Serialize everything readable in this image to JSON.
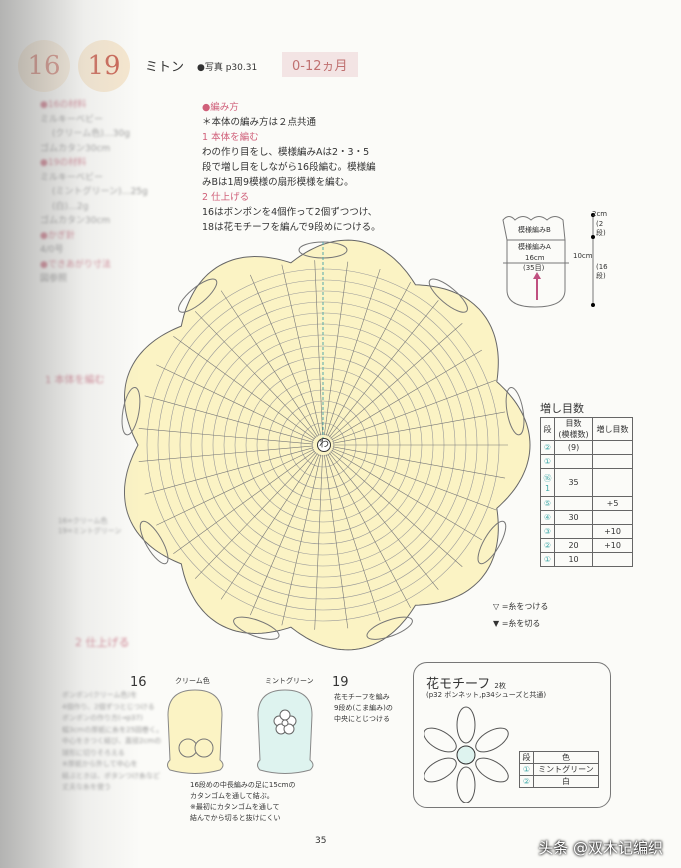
{
  "header": {
    "num_a": "16",
    "num_b": "19",
    "title": "ミトン",
    "photo_ref": "●写真 p30.31",
    "age": "0-12ヵ月"
  },
  "materials": [
    "●16の材料",
    "ミルキーベビー",
    "(クリーム色)…30g",
    "ゴムカタン30cm",
    "●19の材料",
    "ミルキーベビー",
    "(ミントグリーン)…25g",
    "(白)…2g",
    "ゴムカタン30cm",
    "●かぎ針",
    "4/0号",
    "●できあがり寸法",
    "図参照"
  ],
  "instructions": {
    "heading": "●編み方",
    "note": "＊本体の編み方は２点共通",
    "step1": "1 本体を編む",
    "step1_text": [
      "わの作り目をし、模様編みAは2・3・5",
      "段で増し目をしながら16段編む。模様編",
      "みBは1周9模様の扇形模様を編む。"
    ],
    "step2": "2 仕上げる",
    "step2_text": [
      "16はボンポンを4個作って2個ずつつけ、",
      "18は花モチーフを編んで9段めにつける。"
    ]
  },
  "size_diagram": {
    "pattern_b": "模様編みB",
    "pattern_a": "模様編みA",
    "width": "16cm",
    "stitches": "(35目)",
    "top_h": "2cm",
    "top_rows": "(2段)",
    "body_h": "10cm",
    "body_rows": "(16段)"
  },
  "chart": {
    "label": "1 本体を編む",
    "colors": [
      "16=クリーム色",
      "19=ミントグリーン"
    ],
    "center": "わ",
    "fill": "#fbf3c4"
  },
  "increase_table": {
    "title": "増し目数",
    "headers": [
      "段",
      "目数\n(模様数)",
      "増し目数"
    ],
    "rows": [
      [
        "②",
        "(9)",
        ""
      ],
      [
        "①",
        "",
        ""
      ],
      [
        "⑯\n1",
        "35",
        ""
      ],
      [
        "⑤",
        "",
        "+5"
      ],
      [
        "④",
        "30",
        ""
      ],
      [
        "③",
        "",
        "+10"
      ],
      [
        "②",
        "20",
        "+10"
      ],
      [
        "①",
        "10",
        ""
      ]
    ]
  },
  "legend": [
    {
      "symbol": "▽",
      "text": "=糸をつける"
    },
    {
      "symbol": "▼",
      "text": "=糸を切る"
    }
  ],
  "finish": {
    "heading": "2 仕上げる",
    "m16": "16",
    "m19": "19",
    "cream": "クリーム色",
    "mint": "ミントグリーン",
    "left_note": [
      "ボンボン(クリーム色)を",
      "4個作り、2個ずつとじつける",
      "ボンボンの作り方(→p37)",
      "幅3cmの厚紙に糸を25回巻く。",
      "中心をきつく結び、直径2cmの",
      "球形に切りそろえる",
      "※厚紙から外して中心を",
      "結ぶときは、ボタンつけ糸など",
      "丈夫な糸を使う"
    ],
    "right_note": [
      "花モチーフを編み",
      "9段め(こま編み)の",
      "中央にとじつける"
    ],
    "bottom_note": [
      "16段めの中長編みの足に15cmの",
      "カタンゴムを通して結ぶ。",
      "※最初にカタンゴムを通して",
      "結んでから切ると抜けにくい"
    ]
  },
  "flower": {
    "title": "花モチーフ",
    "count": "2枚",
    "sub": "(p32 ボンネット,p34シューズと共通)",
    "headers": [
      "段",
      "色"
    ],
    "rows": [
      [
        "①",
        "ミントグリーン"
      ],
      [
        "②",
        "白"
      ]
    ]
  },
  "page_number": "35",
  "watermark": "头条 @双木记编织"
}
